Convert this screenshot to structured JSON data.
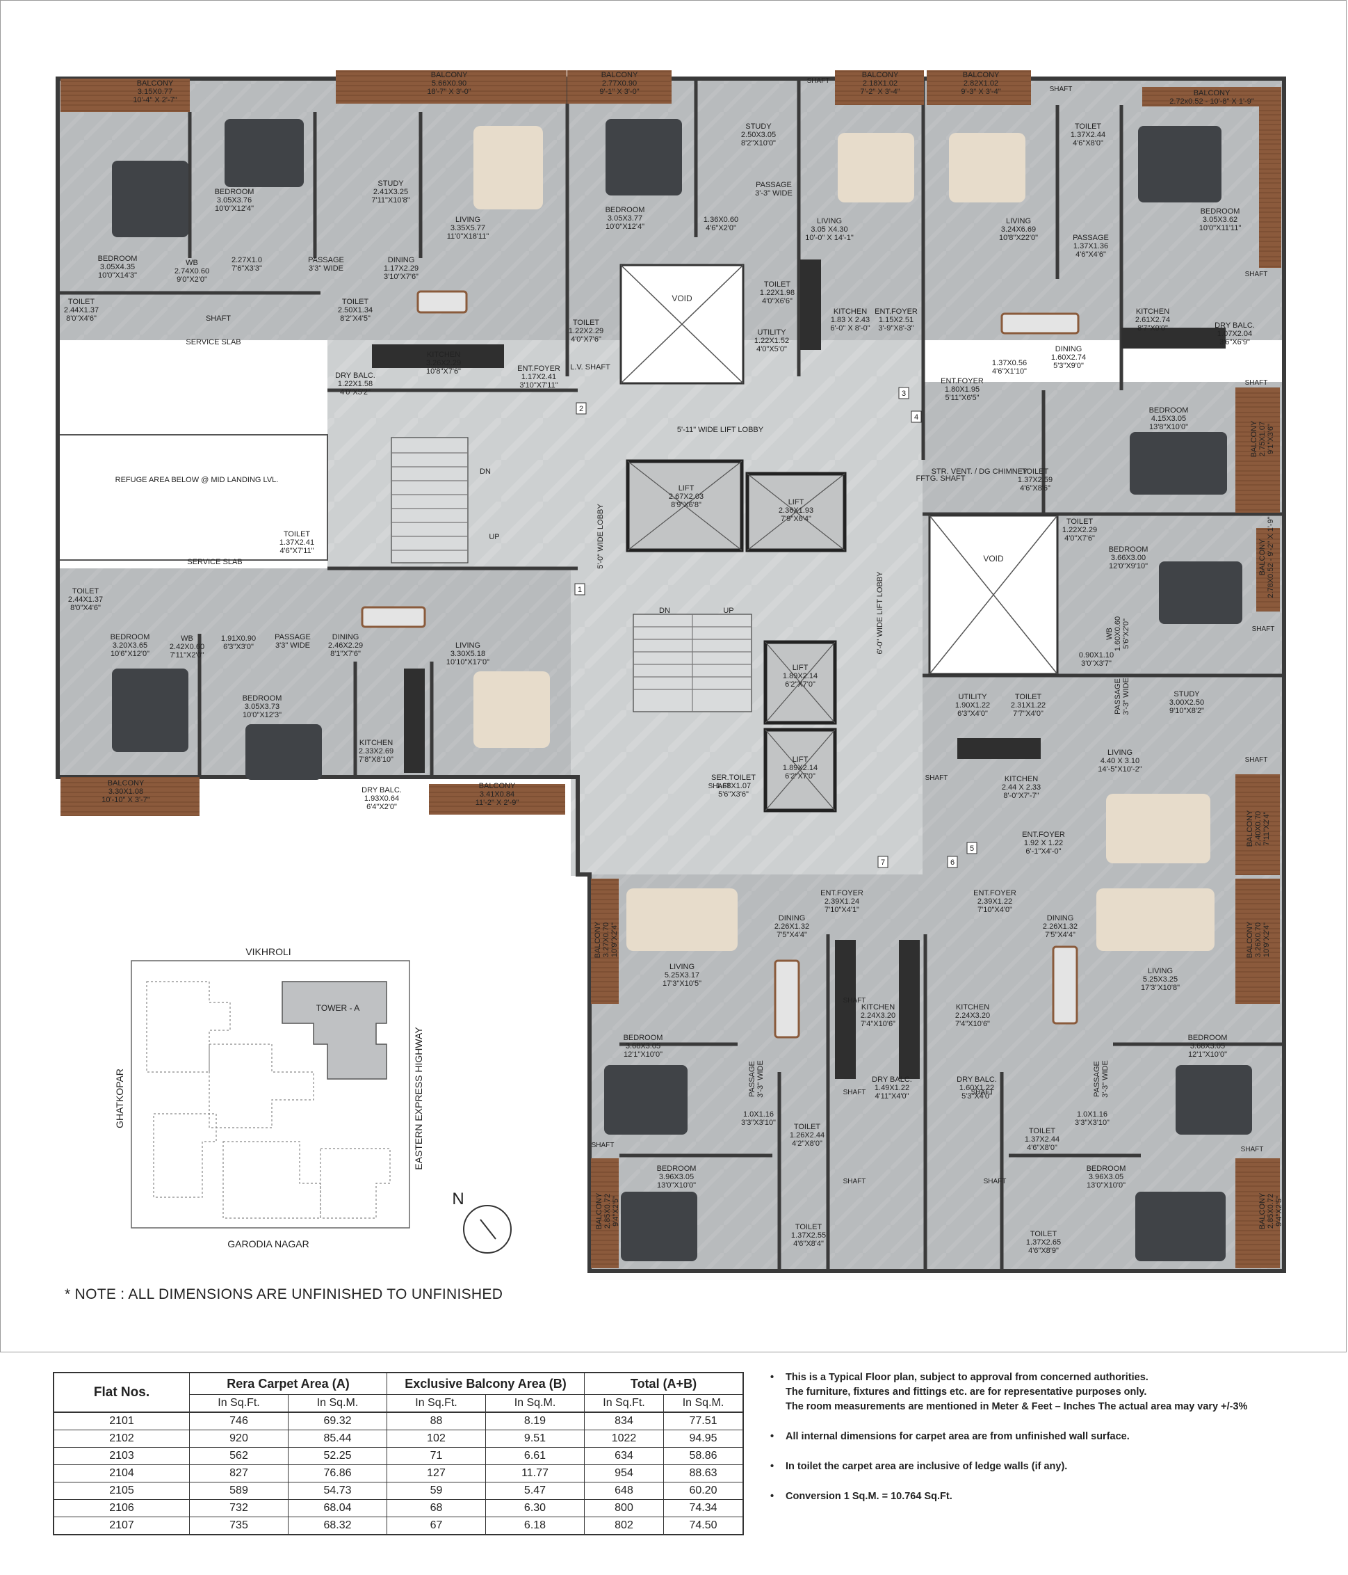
{
  "rooms": [
    {
      "id": "balc-1",
      "name": "BALCONY",
      "dims": [
        "3.15X0.77",
        "10'-4\" X 2'-7\""
      ]
    },
    {
      "id": "balc-2",
      "name": "BALCONY",
      "dims": [
        "5.66X0.90",
        "18'-7\" X 3'-0\""
      ]
    },
    {
      "id": "balc-3",
      "name": "BALCONY",
      "dims": [
        "2.77X0.90",
        "9'-1\" X 3'-0\""
      ]
    },
    {
      "id": "balc-4",
      "name": "BALCONY",
      "dims": [
        "2.18X1.02",
        "7'-2\" X 3'-4\""
      ]
    },
    {
      "id": "balc-5",
      "name": "BALCONY",
      "dims": [
        "2.82X1.02",
        "9'-3\" X 3'-4\""
      ]
    },
    {
      "id": "balc-6",
      "name": "BALCONY",
      "dims": [
        "2.72x0.52 - 10'-8\" X 1'-9\""
      ]
    },
    {
      "id": "bed-1",
      "name": "BEDROOM",
      "dims": [
        "3.05X3.76",
        "10'0\"X12'4\""
      ]
    },
    {
      "id": "study-1",
      "name": "STUDY",
      "dims": [
        "2.41X3.25",
        "7'11\"X10'8\""
      ]
    },
    {
      "id": "living-1",
      "name": "LIVING",
      "dims": [
        "3.35X5.77",
        "11'0\"X18'11\""
      ]
    },
    {
      "id": "bed-2",
      "name": "BEDROOM",
      "dims": [
        "3.05X4.35",
        "10'0\"X14'3\""
      ]
    },
    {
      "id": "wb-1",
      "name": "WB",
      "dims": [
        "2.74X0.60",
        "9'0\"X2'0\""
      ]
    },
    {
      "id": "misc-1",
      "name": "",
      "dims": [
        "2.27X1.0",
        "7'6\"X3'3\""
      ]
    },
    {
      "id": "pass-1",
      "name": "PASSAGE",
      "dims": [
        "3'3\" WIDE"
      ]
    },
    {
      "id": "dining-1",
      "name": "DINING",
      "dims": [
        "1.17X2.29",
        "3'10\"X7'6\""
      ]
    },
    {
      "id": "toilet-1",
      "name": "TOILET",
      "dims": [
        "2.44X1.37",
        "8'0\"X4'6\""
      ]
    },
    {
      "id": "toilet-2",
      "name": "TOILET",
      "dims": [
        "2.50X1.34",
        "8'2\"X4'5\""
      ]
    },
    {
      "id": "shaft-1",
      "name": "SHAFT",
      "dims": []
    },
    {
      "id": "service-1",
      "name": "SERVICE SLAB",
      "dims": []
    },
    {
      "id": "kitchen-1",
      "name": "KITCHEN",
      "dims": [
        "3.26X2.29",
        "10'8\"X7'6\""
      ]
    },
    {
      "id": "drybalc-1",
      "name": "DRY BALC.",
      "dims": [
        "1.22X1.58",
        "4'0\"X5'2\""
      ]
    },
    {
      "id": "entfoyer-1",
      "name": "ENT.FOYER",
      "dims": [
        "1.17X2.41",
        "3'10\"X7'11\""
      ]
    },
    {
      "id": "bed-3",
      "name": "BEDROOM",
      "dims": [
        "3.05X3.77",
        "10'0\"X12'4\""
      ]
    },
    {
      "id": "study-2",
      "name": "STUDY",
      "dims": [
        "2.50X3.05",
        "8'2\"X10'0\""
      ]
    },
    {
      "id": "pass-2",
      "name": "PASSAGE",
      "dims": [
        "3'-3\" WIDE"
      ]
    },
    {
      "id": "misc-2",
      "name": "",
      "dims": [
        "1.36X0.60",
        "4'6\"X2'0\""
      ]
    },
    {
      "id": "living-2",
      "name": "LIVING",
      "dims": [
        "3.05 X4.30",
        "10'-0\" X 14'-1\""
      ]
    },
    {
      "id": "toilet-3",
      "name": "TOILET",
      "dims": [
        "1.22X1.98",
        "4'0\"X6'6\""
      ]
    },
    {
      "id": "toilet-4",
      "name": "TOILET",
      "dims": [
        "1.22X2.29",
        "4'0\"X7'6\""
      ]
    },
    {
      "id": "utility-1",
      "name": "UTILITY",
      "dims": [
        "1.22X1.52",
        "4'0\"X5'0\""
      ]
    },
    {
      "id": "kitchen-2",
      "name": "KITCHEN",
      "dims": [
        "1.83 X 2.43",
        "6'-0\" X 8'-0\""
      ]
    },
    {
      "id": "entfoyer-2",
      "name": "ENT.FOYER",
      "dims": [
        "1.15X2.51",
        "3'-9\"X8'-3\""
      ]
    },
    {
      "id": "lvshaft",
      "name": "L.V. SHAFT",
      "dims": []
    },
    {
      "id": "living-3",
      "name": "LIVING",
      "dims": [
        "3.24X6.69",
        "10'8\"X22'0\""
      ]
    },
    {
      "id": "toilet-5",
      "name": "TOILET",
      "dims": [
        "1.37X2.44",
        "4'6\"X8'0\""
      ]
    },
    {
      "id": "bed-4",
      "name": "BEDROOM",
      "dims": [
        "3.05X3.62",
        "10'0\"X11'11\""
      ]
    },
    {
      "id": "pass-3",
      "name": "PASSAGE",
      "dims": [
        "1.37X1.36",
        "4'6\"X4'6\""
      ]
    },
    {
      "id": "kitchen-3",
      "name": "KITCHEN",
      "dims": [
        "2.61X2.74",
        "8'7\"X9'0\""
      ]
    },
    {
      "id": "drybalc-2",
      "name": "DRY BALC.",
      "dims": [
        "1.07X2.04",
        "3'6\"X6'9\""
      ]
    },
    {
      "id": "misc-3",
      "name": "",
      "dims": [
        "1.37X0.56",
        "4'6\"X1'10\""
      ]
    },
    {
      "id": "dining-2",
      "name": "DINING",
      "dims": [
        "1.60X2.74",
        "5'3\"X9'0\""
      ]
    },
    {
      "id": "entfoyer-3",
      "name": "ENT.FOYER",
      "dims": [
        "1.80X1.95",
        "5'11\"X6'5\""
      ]
    },
    {
      "id": "bed-5",
      "name": "BEDROOM",
      "dims": [
        "4.15X3.05",
        "13'8\"X10'0\""
      ]
    },
    {
      "id": "balc-7",
      "name": "BALCONY",
      "dims": [
        "2.75X1.07",
        "9'1\"X3'6\""
      ]
    },
    {
      "id": "toilet-6",
      "name": "TOILET",
      "dims": [
        "1.37X2.59",
        "4'6\"X8'6\""
      ]
    },
    {
      "id": "fftg",
      "name": "FFTG. SHAFT",
      "dims": []
    },
    {
      "id": "strvent",
      "name": "STR. VENT. / DG CHIMNEY",
      "dims": []
    },
    {
      "id": "toilet-7",
      "name": "TOILET",
      "dims": [
        "1.22X2.29",
        "4'0\"X7'6\""
      ]
    },
    {
      "id": "bed-6",
      "name": "BEDROOM",
      "dims": [
        "3.66X3.00",
        "12'0\"X9'10\""
      ]
    },
    {
      "id": "balc-8",
      "name": "BALCONY",
      "dims": [
        "2.78X0.52 - 9'-2\" X 1'-9\""
      ]
    },
    {
      "id": "wb-2",
      "name": "WB",
      "dims": [
        "1.60X0.60",
        "5'6\"X2'0\""
      ]
    },
    {
      "id": "misc-4",
      "name": "",
      "dims": [
        "0.90X1.10",
        "3'0\"X3'7\""
      ]
    },
    {
      "id": "study-3",
      "name": "STUDY",
      "dims": [
        "3.00X2.50",
        "9'10\"X8'2\""
      ]
    },
    {
      "id": "utility-2",
      "name": "UTILITY",
      "dims": [
        "1.90X1.22",
        "6'3\"X4'0\""
      ]
    },
    {
      "id": "toilet-8",
      "name": "TOILET",
      "dims": [
        "2.31X1.22",
        "7'7\"X4'0\""
      ]
    },
    {
      "id": "pass-4",
      "name": "PASSAGE",
      "dims": [
        "3'-3\" WIDE"
      ]
    },
    {
      "id": "living-4",
      "name": "LIVING",
      "dims": [
        "4.40 X 3.10",
        "14'-5\"X10'-2\""
      ]
    },
    {
      "id": "kitchen-4",
      "name": "KITCHEN",
      "dims": [
        "2.44 X 2.33",
        "8'-0\"X7'-7\""
      ]
    },
    {
      "id": "entfoyer-4",
      "name": "ENT.FOYER",
      "dims": [
        "1.92 X 1.22",
        "6'-1\"X4'-0\""
      ]
    },
    {
      "id": "balc-9",
      "name": "BALCONY",
      "dims": [
        "2.40X0.70",
        "7'11\"X2'4\""
      ]
    },
    {
      "id": "refuge",
      "name": "REFUGE AREA BELOW @ MID LANDING LVL.",
      "dims": []
    },
    {
      "id": "service-2",
      "name": "SERVICE SLAB",
      "dims": []
    },
    {
      "id": "toilet-9",
      "name": "TOILET",
      "dims": [
        "1.37X2.41",
        "4'6\"X7'11\""
      ]
    },
    {
      "id": "toilet-10",
      "name": "TOILET",
      "dims": [
        "2.44X1.37",
        "8'0\"X4'6\""
      ]
    },
    {
      "id": "wb-3",
      "name": "WB",
      "dims": [
        "2.42X0.60",
        "7'11\"X2'0\""
      ]
    },
    {
      "id": "misc-5",
      "name": "",
      "dims": [
        "1.91X0.90",
        "6'3\"X3'0\""
      ]
    },
    {
      "id": "pass-5",
      "name": "PASSAGE",
      "dims": [
        "3'3\" WIDE"
      ]
    },
    {
      "id": "dining-3",
      "name": "DINING",
      "dims": [
        "2.46X2.29",
        "8'1\"X7'6\""
      ]
    },
    {
      "id": "living-5",
      "name": "LIVING",
      "dims": [
        "3.30X5.18",
        "10'10\"X17'0\""
      ]
    },
    {
      "id": "bed-7",
      "name": "BEDROOM",
      "dims": [
        "3.20X3.65",
        "10'6\"X12'0\""
      ]
    },
    {
      "id": "bed-8",
      "name": "BEDROOM",
      "dims": [
        "3.05X3.73",
        "10'0\"X12'3\""
      ]
    },
    {
      "id": "kitchen-5",
      "name": "KITCHEN",
      "dims": [
        "2.33X2.69",
        "7'8\"X8'10\""
      ]
    },
    {
      "id": "drybalc-3",
      "name": "DRY BALC.",
      "dims": [
        "1.93X0.64",
        "6'4\"X2'0\""
      ]
    },
    {
      "id": "balc-10",
      "name": "BALCONY",
      "dims": [
        "3.30X1.08",
        "10'-10\" X 3'-7\""
      ]
    },
    {
      "id": "balc-11",
      "name": "BALCONY",
      "dims": [
        "3.41X0.84",
        "11'-2\" X 2'-9\""
      ]
    },
    {
      "id": "lift-1",
      "name": "LIFT",
      "dims": [
        "2.67X2.03",
        "8'9\"X6'8\""
      ]
    },
    {
      "id": "lift-2",
      "name": "LIFT",
      "dims": [
        "2.36X1.93",
        "7'9\"X6'4\""
      ]
    },
    {
      "id": "lift-3",
      "name": "LIFT",
      "dims": [
        "1.89X2.14",
        "6'2\"X7'0\""
      ]
    },
    {
      "id": "lift-4",
      "name": "LIFT",
      "dims": [
        "1.89X2.14",
        "6'2\"X7'0\""
      ]
    },
    {
      "id": "sertoilet",
      "name": "SER.TOILET",
      "dims": [
        "1.68X1.07",
        "5'6\"X3'6\""
      ]
    },
    {
      "id": "entfoyer-5",
      "name": "ENT.FOYER",
      "dims": [
        "2.39X1.24",
        "7'10\"X4'1\""
      ]
    },
    {
      "id": "entfoyer-6",
      "name": "ENT.FOYER",
      "dims": [
        "2.39X1.22",
        "7'10\"X4'0\""
      ]
    },
    {
      "id": "living-6",
      "name": "LIVING",
      "dims": [
        "5.25X3.17",
        "17'3\"X10'5\""
      ]
    },
    {
      "id": "dining-4",
      "name": "DINING",
      "dims": [
        "2.26X1.32",
        "7'5\"X4'4\""
      ]
    },
    {
      "id": "dining-5",
      "name": "DINING",
      "dims": [
        "2.26X1.32",
        "7'5\"X4'4\""
      ]
    },
    {
      "id": "living-7",
      "name": "LIVING",
      "dims": [
        "5.25X3.25",
        "17'3\"X10'8\""
      ]
    },
    {
      "id": "balc-12",
      "name": "BALCONY",
      "dims": [
        "3.27X0.70",
        "10'9\"X2'4\""
      ]
    },
    {
      "id": "balc-13",
      "name": "BALCONY",
      "dims": [
        "3.26X0.70",
        "10'9\"X2'4\""
      ]
    },
    {
      "id": "kitchen-6",
      "name": "KITCHEN",
      "dims": [
        "2.24X3.20",
        "7'4\"X10'6\""
      ]
    },
    {
      "id": "kitchen-7",
      "name": "KITCHEN",
      "dims": [
        "2.24X3.20",
        "7'4\"X10'6\""
      ]
    },
    {
      "id": "bed-9",
      "name": "BEDROOM",
      "dims": [
        "3.68X3.05",
        "12'1\"X10'0\""
      ]
    },
    {
      "id": "bed-10",
      "name": "BEDROOM",
      "dims": [
        "3.68X3.05",
        "12'1\"X10'0\""
      ]
    },
    {
      "id": "pass-6",
      "name": "PASSAGE",
      "dims": [
        "3'-3\" WIDE"
      ]
    },
    {
      "id": "pass-7",
      "name": "PASSAGE",
      "dims": [
        "3'-3\" WIDE"
      ]
    },
    {
      "id": "drybalc-4",
      "name": "DRY BALC.",
      "dims": [
        "1.49X1.22",
        "4'11\"X4'0\""
      ]
    },
    {
      "id": "drybalc-5",
      "name": "DRY BALC.",
      "dims": [
        "1.60X1.22",
        "5'3\"X4'0\""
      ]
    },
    {
      "id": "misc-6",
      "name": "",
      "dims": [
        "1.0X1.16",
        "3'3\"X3'10\""
      ]
    },
    {
      "id": "misc-7",
      "name": "",
      "dims": [
        "1.0X1.16",
        "3'3\"X3'10\""
      ]
    },
    {
      "id": "toilet-11",
      "name": "TOILET",
      "dims": [
        "1.26X2.44",
        "4'2\"X8'0\""
      ]
    },
    {
      "id": "toilet-12",
      "name": "TOILET",
      "dims": [
        "1.37X2.44",
        "4'6\"X8'0\""
      ]
    },
    {
      "id": "bed-11",
      "name": "BEDROOM",
      "dims": [
        "3.96X3.05",
        "13'0\"X10'0\""
      ]
    },
    {
      "id": "bed-12",
      "name": "BEDROOM",
      "dims": [
        "3.96X3.05",
        "13'0\"X10'0\""
      ]
    },
    {
      "id": "toilet-13",
      "name": "TOILET",
      "dims": [
        "1.37X2.55",
        "4'6\"X8'4\""
      ]
    },
    {
      "id": "toilet-14",
      "name": "TOILET",
      "dims": [
        "1.37X2.65",
        "4'6\"X8'9\""
      ]
    },
    {
      "id": "balc-14",
      "name": "BALCONY",
      "dims": [
        "2.85X0.72",
        "9'4\"X2'5\""
      ]
    },
    {
      "id": "balc-15",
      "name": "BALCONY",
      "dims": [
        "2.85X0.72",
        "9'4\"X2'5\""
      ]
    }
  ],
  "voids": [
    "VOID",
    "VOID"
  ],
  "lobbies": {
    "lift_lobby_top": "5'-11\" WIDE LIFT LOBBY",
    "lobby_left": "5'-0\" WIDE LOBBY",
    "lobby_right": "6'-0\" WIDE LIFT LOBBY"
  },
  "stairs": {
    "dn": "DN",
    "up": "UP"
  },
  "shaft_label": "SHAFT",
  "flat_markers": [
    "1",
    "2",
    "3",
    "4",
    "5",
    "6",
    "7"
  ],
  "key_plan": {
    "north_road": "VIKHROLI",
    "west_road": "GHATKOPAR",
    "east_road": "EASTERN EXPRESS HIGHWAY",
    "south_road": "GARODIA NAGAR",
    "tower": "TOWER - A"
  },
  "compass_label": "N",
  "note": "* NOTE : ALL DIMENSIONS ARE UNFINISHED TO UNFINISHED",
  "area_table": {
    "flat_header": "Flat Nos.",
    "group_headers": [
      "Rera Carpet Area (A)",
      "Exclusive Balcony Area (B)",
      "Total (A+B)"
    ],
    "sub_headers": [
      "In Sq.Ft.",
      "In Sq.M.",
      "In Sq.Ft.",
      "In Sq.M.",
      "In Sq.Ft.",
      "In Sq.M."
    ],
    "rows": [
      [
        "2101",
        "746",
        "69.32",
        "88",
        "8.19",
        "834",
        "77.51"
      ],
      [
        "2102",
        "920",
        "85.44",
        "102",
        "9.51",
        "1022",
        "94.95"
      ],
      [
        "2103",
        "562",
        "52.25",
        "71",
        "6.61",
        "634",
        "58.86"
      ],
      [
        "2104",
        "827",
        "76.86",
        "127",
        "11.77",
        "954",
        "88.63"
      ],
      [
        "2105",
        "589",
        "54.73",
        "59",
        "5.47",
        "648",
        "60.20"
      ],
      [
        "2106",
        "732",
        "68.04",
        "68",
        "6.30",
        "800",
        "74.34"
      ],
      [
        "2107",
        "735",
        "68.32",
        "67",
        "6.18",
        "802",
        "74.50"
      ]
    ]
  },
  "notes": [
    [
      "This is a Typical Floor plan, subject to approval from concerned authorities.",
      "The furniture, fixtures and fittings etc. are for representative purposes only.",
      "The room measurements are mentioned in Meter & Feet – Inches The actual area may vary +/-3%"
    ],
    [
      "All internal dimensions for carpet area are from unfinished wall surface."
    ],
    [
      "In toilet the carpet area are inclusive of ledge walls (if any)."
    ],
    [
      "Conversion 1 Sq.M. = 10.764 Sq.Ft."
    ]
  ],
  "colors": {
    "floor": "#b9bcbe",
    "lobby": "#cfd1d2",
    "balcony": "#8b5a3c",
    "wall": "#3a3a3a",
    "furniture": "#e7dccb",
    "bed": "#404347"
  }
}
